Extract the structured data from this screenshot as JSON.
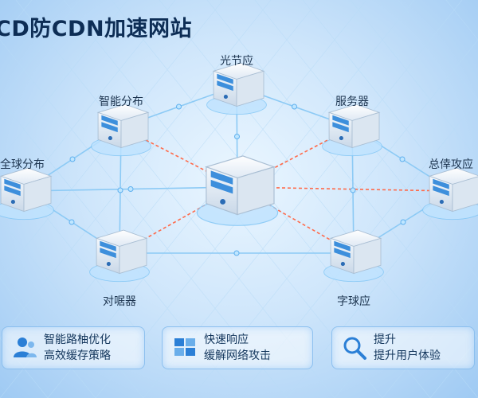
{
  "title": "CD防CDN加速网站",
  "colors": {
    "accent_line": "#ff6a4a",
    "grid_line": "#7fc0f2",
    "panel_border": "#78b4eb"
  },
  "nodes": [
    {
      "id": "top",
      "label": "光节应",
      "icon": "server-icon"
    },
    {
      "id": "tl",
      "label": "智能分布",
      "icon": "server-icon"
    },
    {
      "id": "tr",
      "label": "服务器",
      "icon": "server-icon"
    },
    {
      "id": "left",
      "label": "全球分布",
      "icon": "server-icon"
    },
    {
      "id": "right",
      "label": "总倖攻应",
      "icon": "server-icon"
    },
    {
      "id": "center",
      "label": "",
      "icon": "server-icon"
    },
    {
      "id": "bl",
      "label": "对啹器",
      "icon": "server-icon"
    },
    {
      "id": "br",
      "label": "字球应",
      "icon": "server-icon"
    }
  ],
  "panels": [
    {
      "icon": "users-icon",
      "line1": "智能路柚优化",
      "line2": "高效缓存策略"
    },
    {
      "icon": "shield-icon",
      "line1": "快速响应",
      "line2": "缓解网络攻击"
    },
    {
      "icon": "search-icon",
      "line1": "提升",
      "line2": "提升用户体验"
    }
  ]
}
